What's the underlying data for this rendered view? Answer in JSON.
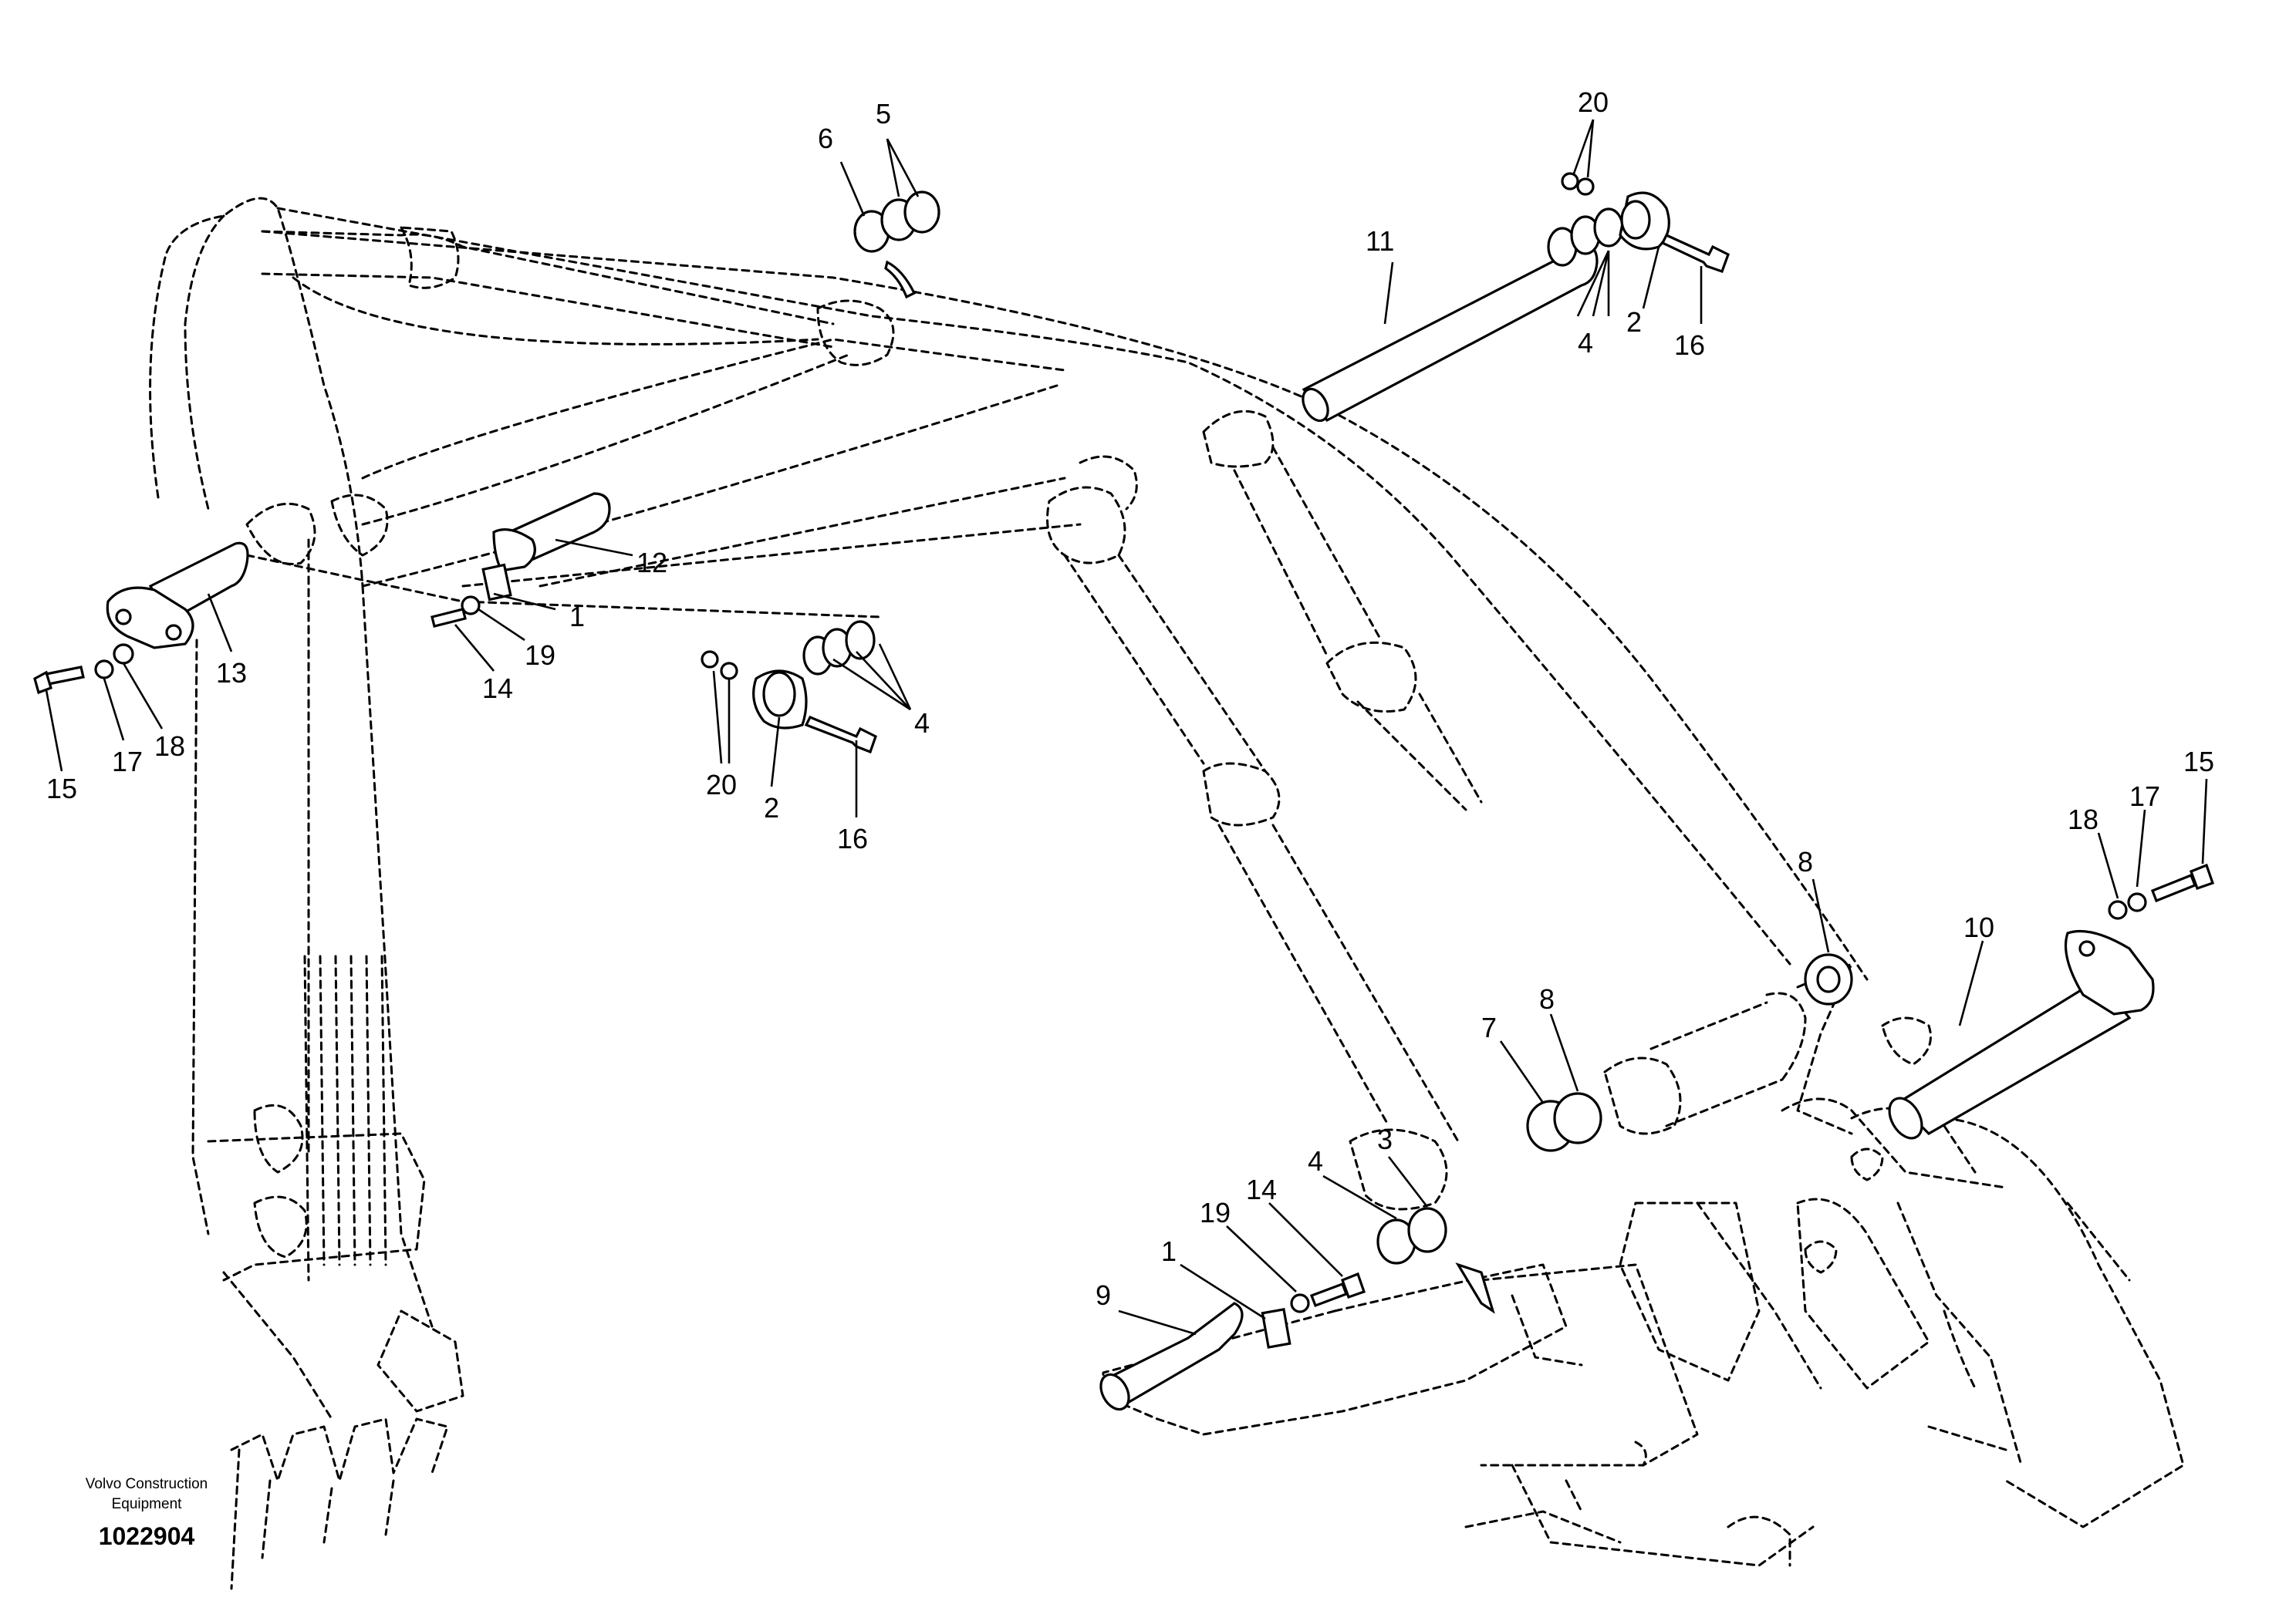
{
  "callouts": [
    {
      "id": "c6",
      "text": "6"
    },
    {
      "id": "c5",
      "text": "5"
    },
    {
      "id": "c20a",
      "text": "20"
    },
    {
      "id": "c11",
      "text": "11"
    },
    {
      "id": "c4a",
      "text": "4"
    },
    {
      "id": "c2a",
      "text": "2"
    },
    {
      "id": "c16a",
      "text": "16"
    },
    {
      "id": "c12",
      "text": "12"
    },
    {
      "id": "c1a",
      "text": "1"
    },
    {
      "id": "c19a",
      "text": "19"
    },
    {
      "id": "c14a",
      "text": "14"
    },
    {
      "id": "c13",
      "text": "13"
    },
    {
      "id": "c15a",
      "text": "15"
    },
    {
      "id": "c17a",
      "text": "17"
    },
    {
      "id": "c18a",
      "text": "18"
    },
    {
      "id": "c20b",
      "text": "20"
    },
    {
      "id": "c2b",
      "text": "2"
    },
    {
      "id": "c16b",
      "text": "16"
    },
    {
      "id": "c4b",
      "text": "4"
    },
    {
      "id": "c15b",
      "text": "15"
    },
    {
      "id": "c17b",
      "text": "17"
    },
    {
      "id": "c18b",
      "text": "18"
    },
    {
      "id": "c10",
      "text": "10"
    },
    {
      "id": "c8a",
      "text": "8"
    },
    {
      "id": "c8b",
      "text": "8"
    },
    {
      "id": "c7",
      "text": "7"
    },
    {
      "id": "c3",
      "text": "3"
    },
    {
      "id": "c4c",
      "text": "4"
    },
    {
      "id": "c14b",
      "text": "14"
    },
    {
      "id": "c19b",
      "text": "19"
    },
    {
      "id": "c1b",
      "text": "1"
    },
    {
      "id": "c9",
      "text": "9"
    }
  ],
  "footer": {
    "company_line1": "Volvo Construction",
    "company_line2": "Equipment",
    "drawing_number": "1022904"
  }
}
